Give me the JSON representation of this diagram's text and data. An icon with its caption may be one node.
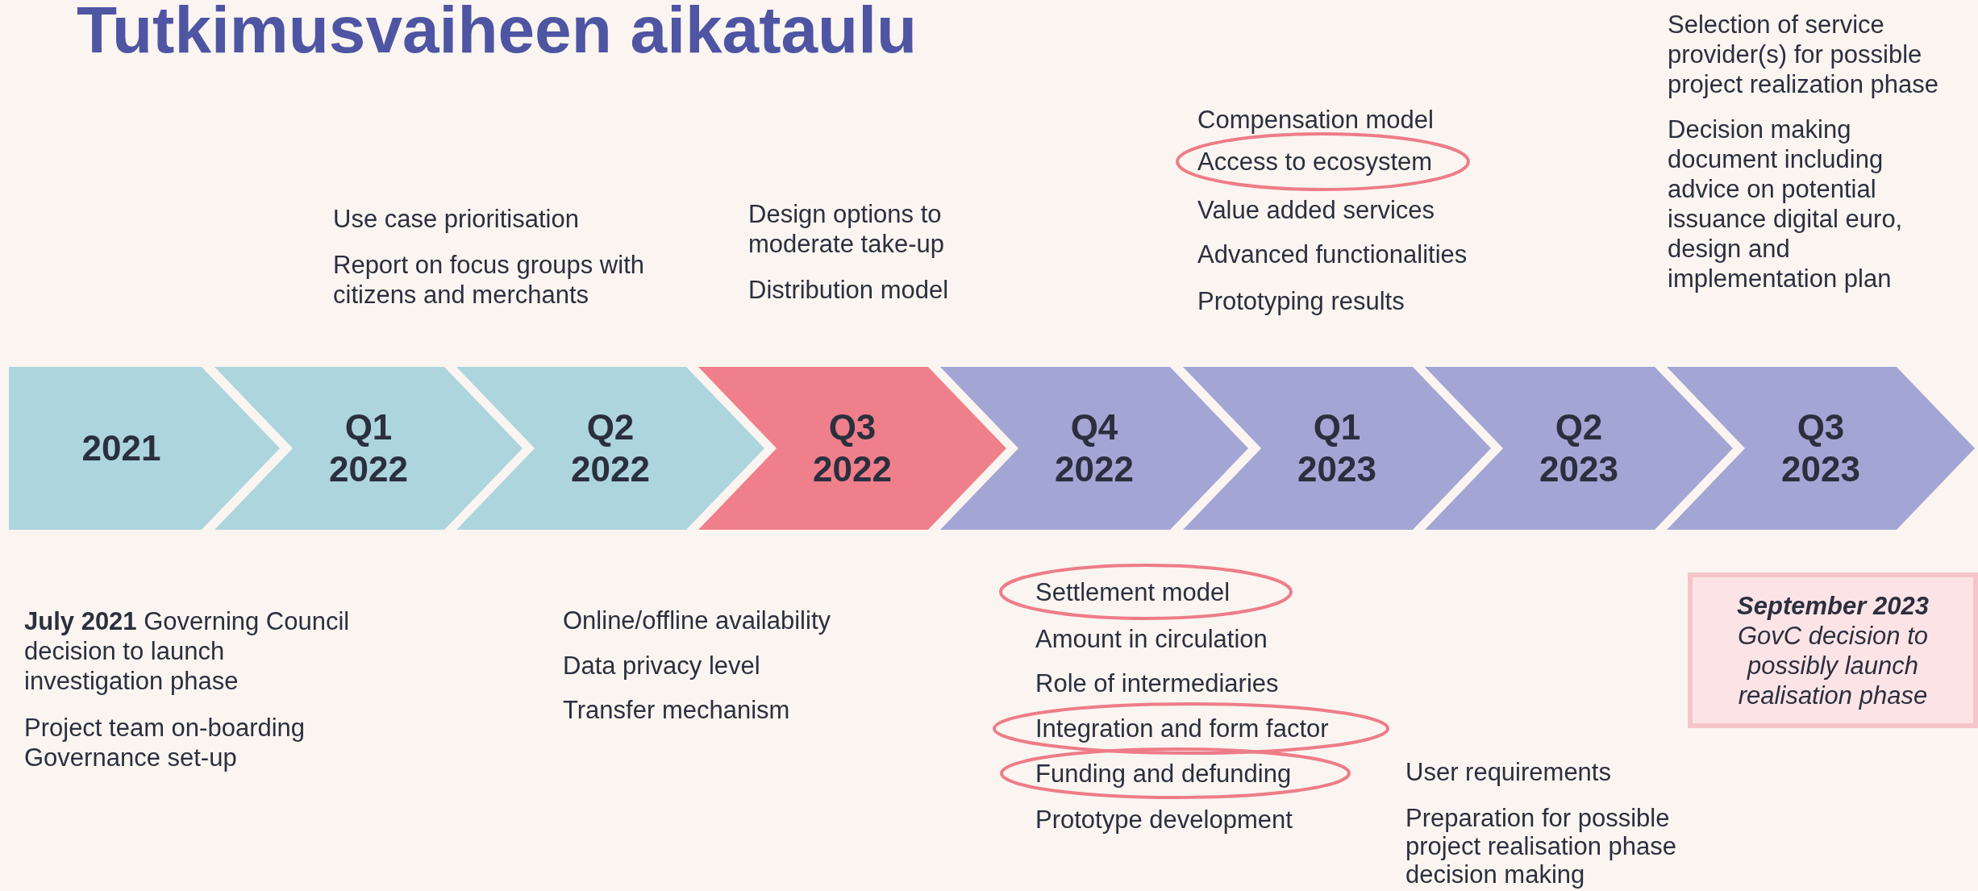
{
  "diagram": {
    "title": "Tutkimusvaiheen aikataulu",
    "nodes": [
      {
        "text": [
          "2021"
        ]
      },
      {
        "text": [
          "Q1 2022"
        ]
      },
      {
        "text": [
          "Q2 2022"
        ]
      },
      {
        "text": [
          "Q3 2022"
        ]
      },
      {
        "text": [
          "Q4 2022"
        ]
      },
      {
        "text": [
          "Q1 2023"
        ]
      },
      {
        "text": [
          "Q2 2023"
        ]
      },
      {
        "text": [
          "Q3 2023"
        ]
      },
      {
        "text": [
          "Access to ecosystem"
        ]
      },
      {
        "text": [
          "Settlement model"
        ]
      },
      {
        "text": [
          "Integration and form factor"
        ]
      },
      {
        "text": [
          "Funding and defunding"
        ]
      },
      {
        "text": [
          "September 2023",
          "GovC decision to possibly launch realisation phase"
        ]
      }
    ],
    "edges": [],
    "labels": [
      "Use case prioritisation",
      "Report on focus groups with citizens and merchants",
      "Design options to moderate take-up",
      "Distribution model",
      "Compensation model",
      "Value added services",
      "Advanced functionalities",
      "Prototyping results",
      "Selection of service provider(s) for possible project realization phase",
      "Decision making document including advice on potential issuance digital euro, design and implementation plan",
      "**July 2021** Governing Council decision to launch investigation phase",
      "Project team on-boarding",
      "Governance set-up",
      "Online/offline availability",
      "Data privacy level",
      "Transfer mechanism",
      "Amount in circulation",
      "Role of intermediaries",
      "Prototype development",
      "User requirements",
      "Preparation for possible project realisation phase decision making"
    ]
  }
}
